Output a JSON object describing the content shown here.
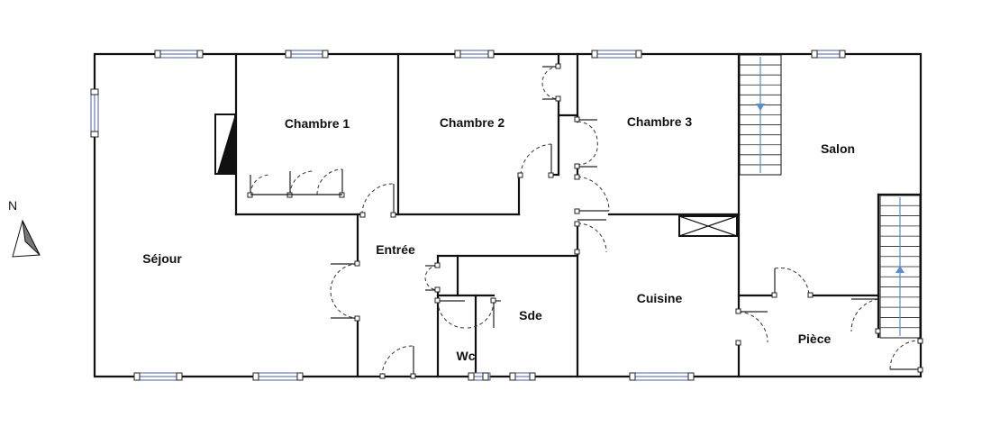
{
  "rooms": {
    "sejour": "Séjour",
    "chambre1": "Chambre 1",
    "chambre2": "Chambre 2",
    "chambre3": "Chambre 3",
    "salon": "Salon",
    "entree": "Entrée",
    "sde": "Sde",
    "wc": "Wc",
    "cuisine": "Cuisine",
    "piece": "Pièce"
  },
  "compass": {
    "label": "N",
    "icon": "north-arrow-icon"
  },
  "colors": {
    "wall": "#111111",
    "window": "#4a5fa8",
    "stair_arrow": "#5b8bd0"
  }
}
